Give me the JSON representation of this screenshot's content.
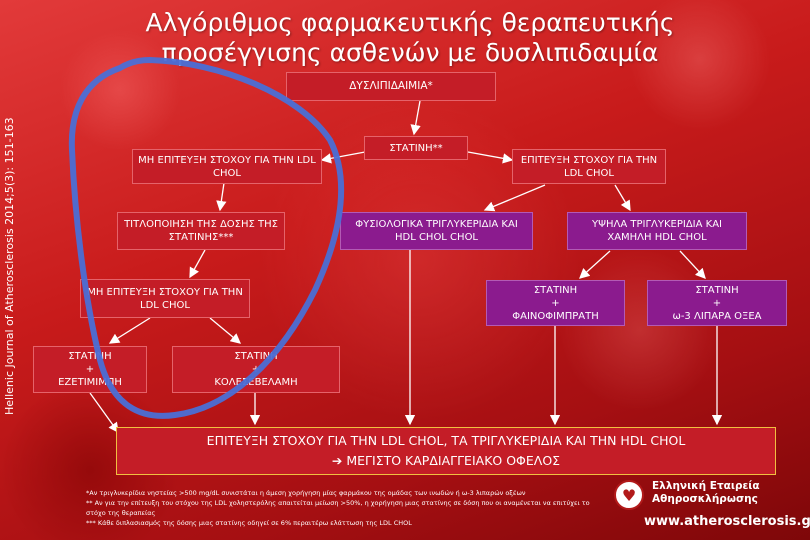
{
  "title": {
    "line1": "Αλγόριθμος φαρμακευτικής θεραπευτικής",
    "line2": "προσέγγισης ασθενών με δυσλιπιδαιμία"
  },
  "side_text": "Hellenic Journal of Atherosclerosis 2014;5(3): 151-163",
  "boxes": {
    "dyslipidemia": "ΔΥΣΛΙΠΙΔΑΙΜΙΑ*",
    "statin": "ΣΤΑΤΙΝΗ**",
    "no_target_1": "ΜΗ ΕΠΙΤΕΥΞΗ ΣΤΟΧΟΥ ΓΙΑ ΤΗΝ LDL CHOL",
    "target_achieved": "ΕΠΙΤΕΥΞΗ ΣΤΟΧΟΥ ΓΙΑ ΤΗΝ LDL CHOL",
    "titration": "ΤΙΤΛΟΠΟΙΗΣΗ ΤΗΣ ΔΟΣΗΣ ΤΗΣ ΣΤΑΤΙΝΗΣ***",
    "normal_tg": "ΦΥΣΙΟΛΟΓΙΚΑ ΤΡΙΓΛΥΚΕΡΙΔΙΑ ΚΑΙ HDL CHOL CHOL",
    "high_tg": "ΥΨΗΛΑ ΤΡΙΓΛΥΚΕΡΙΔΙΑ ΚΑΙ ΧΑΜΗΛΗ HDL CHOL",
    "no_target_2": "ΜΗ ΕΠΙΤΕΥΞΗ ΣΤΟΧΟΥ ΓΙΑ ΤΗΝ LDL CHOL",
    "statin_fenofibrate": "ΣΤΑΤΙΝΗ\n+\nΦΑΙΝΟΦΙΜΠΡΑΤΗ",
    "statin_omega3": "ΣΤΑΤΙΝΗ\n+\nω-3 ΛΙΠΑΡΑ ΟΞΕΑ",
    "statin_ezetimibe": "ΣΤΑΤΙΝΗ\n+\nΕΖΕΤΙΜΙΜΠΗ",
    "statin_colesevelam": "ΣΤΑΤΙΝΗ\n+\nΚΟΛΕΣΕΒΕΛΑΜΗ"
  },
  "bottom": {
    "line1": "ΕΠΙΤΕΥΞΗ ΣΤΟΧΟΥ ΓΙΑ ΤΗΝ LDL CHOL, ΤΑ ΤΡΙΓΛΥΚΕΡΙΔΙΑ ΚΑΙ ΤΗΝ HDL CHOL",
    "arrow": "➔",
    "line2": "ΜΕΓΙΣΤΟ ΚΑΡΔΙΑΓΓΕΙΑΚΟ ΟΦΕΛΟΣ"
  },
  "notes": [
    "*Αν τριγλυκερίδια νηστείας >500 mg/dL συνιστάται η άμεση χορήγηση μίας φαρμάκου της ομάδας των ινωδών ή ω-3 λιπαρών οξέων",
    "** Αν για την επίτευξη του στόχου της LDL χοληστερόλης απαιτείται μείωση >50%, η χορήγηση μιας στατίνης σε δόση που οι αναμένεται να επιτύχει το στόχο της θεραπείας",
    "*** Κάθε διπλασιασμός της δόσης μιας στατίνης οδηγεί σε 6% περαιτέρω ελάττωση της LDL CHOL"
  ],
  "logo": {
    "name_line1": "Ελληνική Εταιρεία",
    "name_line2": "Αθηροσκλήρωσης",
    "url": "www.atherosclerosis.gr"
  },
  "colors": {
    "box_red": "#c41d27",
    "box_purple": "#8b1b8e",
    "highlight_blue": "#4a6fd6",
    "bottom_border": "#f0c040"
  }
}
